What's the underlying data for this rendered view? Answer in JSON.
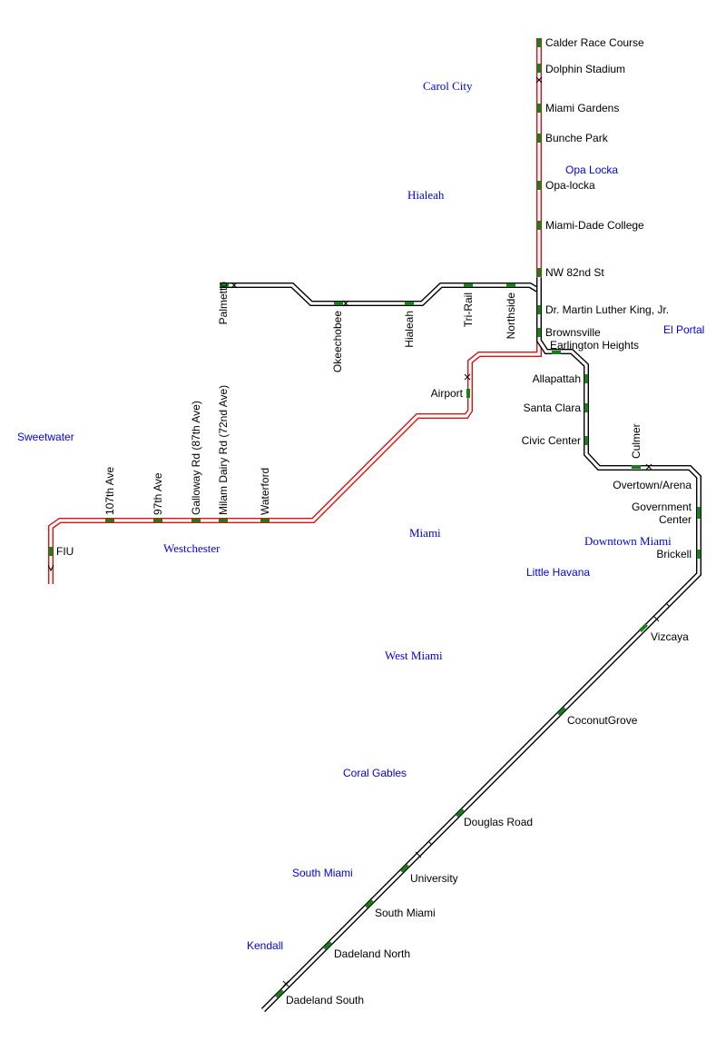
{
  "colors": {
    "metrorail_red_line": "#e01010",
    "metrorail_track": "#000000",
    "station_marker": "#1a7f1a",
    "area_label": "#0000ee"
  },
  "areas": {
    "carol_city": "Carol City",
    "hialeah": "Hialeah",
    "opa_locka": "Opa Locka",
    "el_portal": "El Portal",
    "sweetwater": "Sweetwater",
    "westchester": "Westchester",
    "miami": "Miami",
    "downtown_miami": "Downtown Miami",
    "little_havana": "Little Havana",
    "west_miami": "West Miami",
    "coral_gables": "Coral Gables",
    "south_miami": "South Miami",
    "kendall": "Kendall"
  },
  "stations": {
    "calder": "Calder Race Course",
    "dolphin": "Dolphin Stadium",
    "miami_gardens": "Miami Gardens",
    "bunche": "Bunche Park",
    "opa_locka": "Opa-locka",
    "mdc": "Miami-Dade College",
    "nw82": "NW 82nd St",
    "mlk": "Dr. Martin Luther King, Jr.",
    "brownsville": "Brownsville",
    "earlington": "Earlington Heights",
    "allapattah": "Allapattah",
    "santa_clara": "Santa Clara",
    "civic_center": "Civic Center",
    "culmer": "Culmer",
    "overtown": "Overtown/Arena",
    "government_1": "Government",
    "government_2": "Center",
    "brickell": "Brickell",
    "vizcaya": "Vizcaya",
    "coconut_grove": "CoconutGrove",
    "douglas_road": "Douglas Road",
    "university": "University",
    "south_miami": "South Miami",
    "dadeland_north": "Dadeland North",
    "dadeland_south": "Dadeland South",
    "airport": "Airport",
    "fiu": "FIU",
    "palmetto": "Palmetto",
    "okeechobee": "Okeechobee",
    "hialeah": "Hialeah",
    "tri_rail": "Tri-Rail",
    "northside": "Northside",
    "ave107": "107th Ave",
    "ave97": "97th Ave",
    "galloway": "Galloway Rd (87th Ave)",
    "milam": "Milam Dairy Rd (72nd Ave)",
    "waterford": "Waterford"
  }
}
